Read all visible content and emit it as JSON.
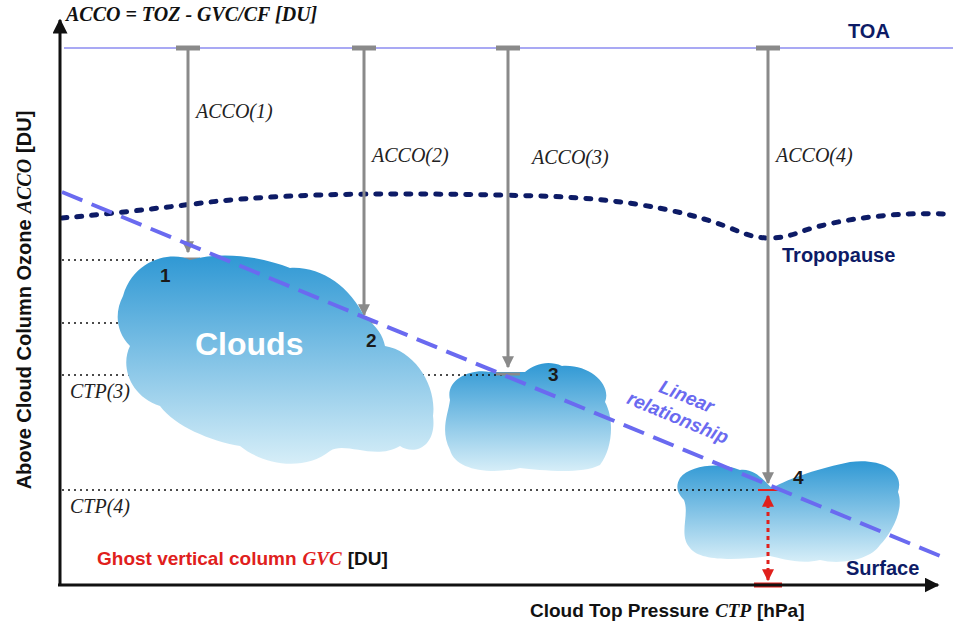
{
  "diagram": {
    "title": "ACCO = TOZ - GVC/CF [DU]",
    "nodes": [
      {
        "text": [
          "Clouds"
        ]
      }
    ],
    "labels": [
      "TOA",
      "ACCO(1)",
      "ACCO(2)",
      "ACCO(3)",
      "ACCO(4)",
      "Tropopause",
      "1",
      "2",
      "3",
      "4",
      "Linear relationship",
      "CTP(3)",
      "CTP(4)",
      "Ghost vertical column",
      "GVC",
      "[DU]",
      "Surface",
      "Cloud Top Pressure",
      "CTP",
      "[hPa]",
      "Above Cloud Column Ozone",
      "ACCO",
      "[DU]"
    ]
  }
}
